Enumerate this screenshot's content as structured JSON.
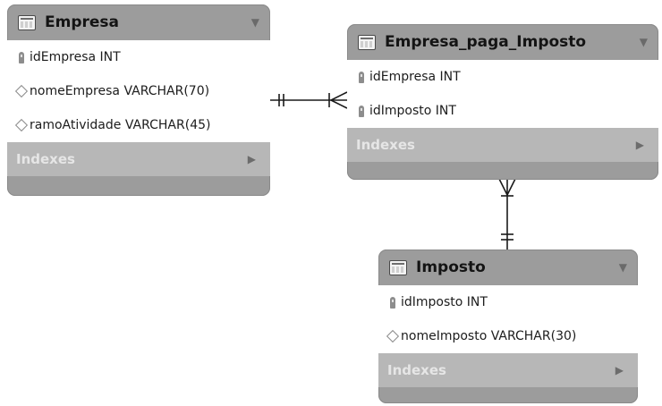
{
  "diagram": {
    "tables": [
      {
        "name": "Empresa",
        "columns": [
          {
            "text": "idEmpresa INT",
            "icon": "key-icon"
          },
          {
            "text": "nomeEmpresa VARCHAR(70)",
            "icon": "diamond-icon"
          },
          {
            "text": "ramoAtividade VARCHAR(45)",
            "icon": "diamond-icon"
          }
        ],
        "indexes_label": "Indexes"
      },
      {
        "name": "Empresa_paga_Imposto",
        "columns": [
          {
            "text": "idEmpresa INT",
            "icon": "key-icon"
          },
          {
            "text": "idImposto INT",
            "icon": "key-icon"
          }
        ],
        "indexes_label": "Indexes"
      },
      {
        "name": "Imposto",
        "columns": [
          {
            "text": "idImposto INT",
            "icon": "key-icon"
          },
          {
            "text": "nomeImposto VARCHAR(30)",
            "icon": "diamond-icon"
          }
        ],
        "indexes_label": "Indexes"
      }
    ],
    "relationships": [
      {
        "from": "Empresa",
        "to": "Empresa_paga_Imposto",
        "from_cardinality": "one",
        "to_cardinality": "many"
      },
      {
        "from": "Imposto",
        "to": "Empresa_paga_Imposto",
        "from_cardinality": "one",
        "to_cardinality": "many"
      }
    ]
  }
}
